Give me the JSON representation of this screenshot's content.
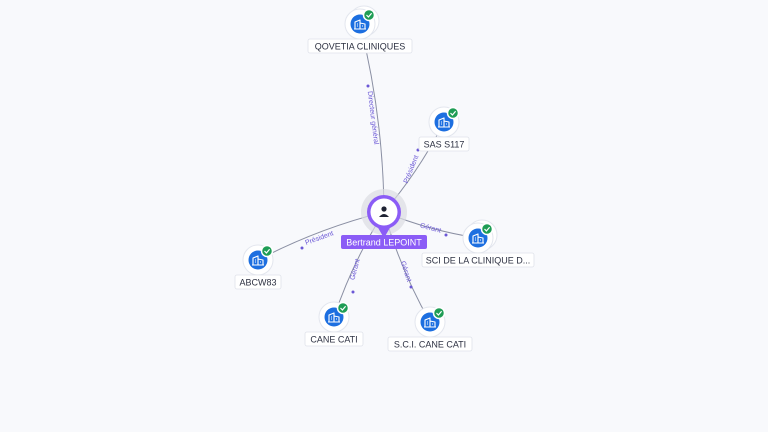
{
  "center": {
    "label": "Bertrand LEPOINT",
    "icon": "person-icon",
    "accent": "#8b5cf6"
  },
  "nodes": [
    {
      "id": "qovetia",
      "label": "QOVETIA CLINIQUES",
      "icon": "building-icon",
      "verified": true
    },
    {
      "id": "sas117",
      "label": "SAS S117",
      "icon": "building-icon",
      "verified": true
    },
    {
      "id": "sci_clinique",
      "label": "SCI DE LA CLINIQUE D...",
      "icon": "building-icon",
      "verified": true
    },
    {
      "id": "sci_cane",
      "label": "S.C.I. CANE CATI",
      "icon": "building-icon",
      "verified": true
    },
    {
      "id": "cane",
      "label": "CANE CATI",
      "icon": "building-icon",
      "verified": true
    },
    {
      "id": "abcw83",
      "label": "ABCW83",
      "icon": "building-icon",
      "verified": true
    }
  ],
  "edges": [
    {
      "to": "qovetia",
      "label": "Directeur général"
    },
    {
      "to": "sas117",
      "label": "Président"
    },
    {
      "to": "sci_clinique",
      "label": "Gérant"
    },
    {
      "to": "sci_cane",
      "label": "Gérant"
    },
    {
      "to": "cane",
      "label": "Gérant"
    },
    {
      "to": "abcw83",
      "label": "Président"
    }
  ],
  "colors": {
    "company": "#1d6fe0",
    "verified": "#1f9d55",
    "relation": "#6b58d6"
  }
}
